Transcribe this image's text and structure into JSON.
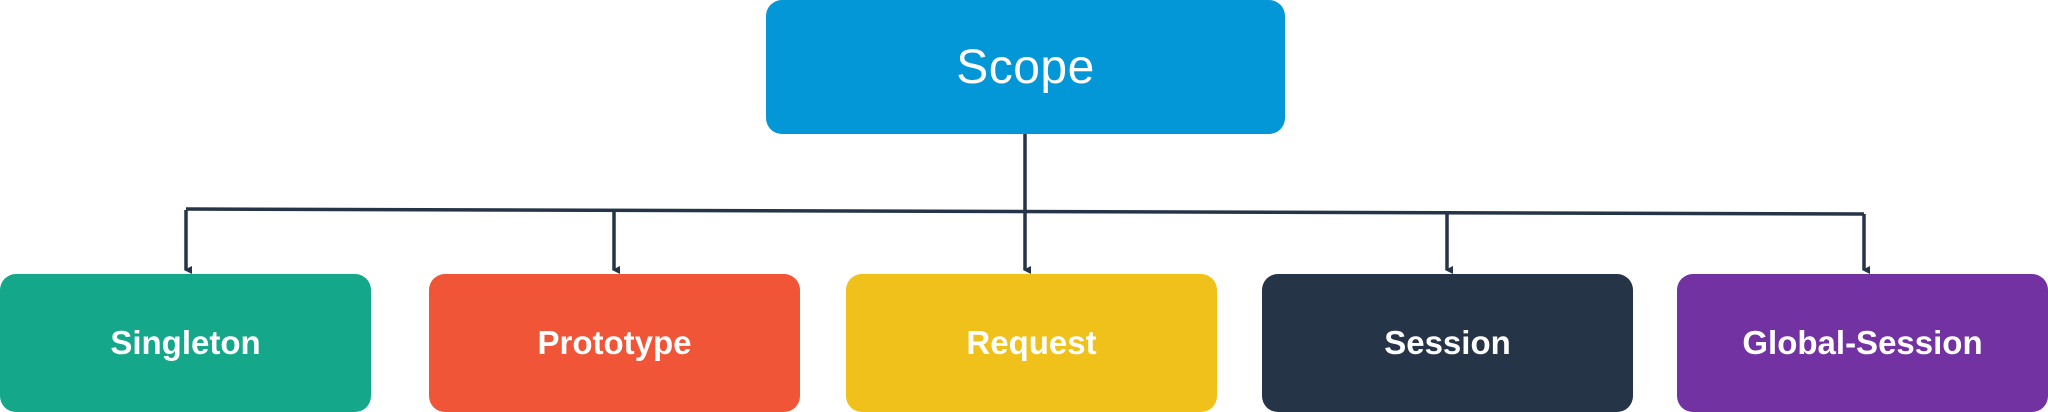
{
  "diagram": {
    "root": {
      "label": "Scope",
      "color": "#0497d7"
    },
    "children": [
      {
        "label": "Singleton",
        "color": "#15a78a"
      },
      {
        "label": "Prototype",
        "color": "#f05537"
      },
      {
        "label": "Request",
        "color": "#efc11a"
      },
      {
        "label": "Session",
        "color": "#253447"
      },
      {
        "label": "Global-Session",
        "color": "#7232a1"
      }
    ],
    "connector_color": "#253447"
  }
}
